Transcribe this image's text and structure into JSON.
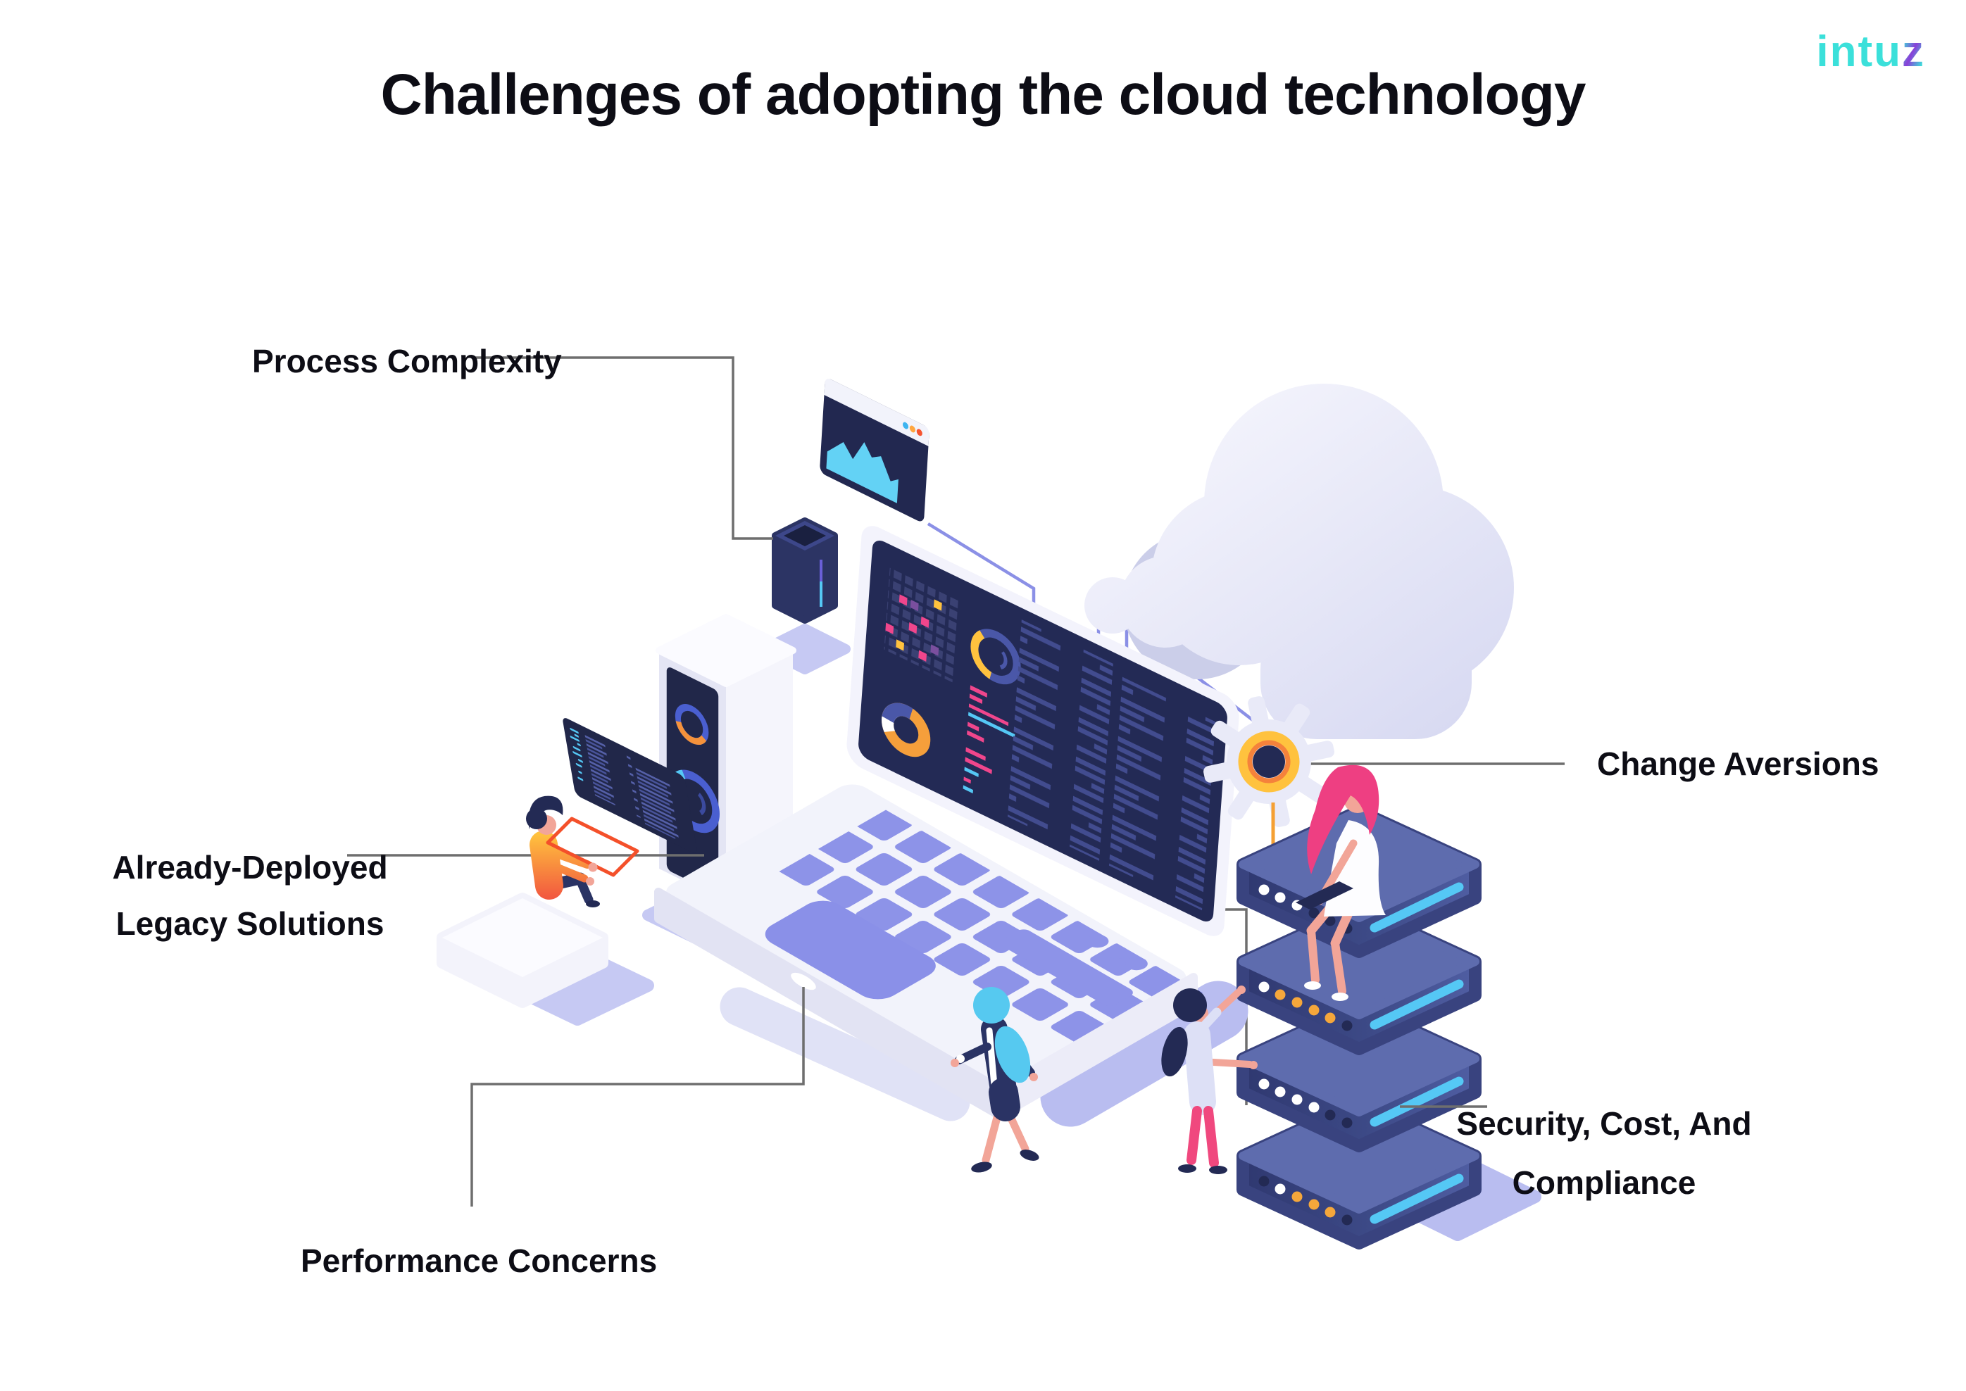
{
  "header": {
    "title": "Challenges of adopting the cloud technology",
    "logo": {
      "prefix": "Intu",
      "accent": "z"
    }
  },
  "callouts": {
    "process": {
      "label": "Process Complexity"
    },
    "legacy": {
      "line1": "Already-Deployed",
      "line2": "Legacy Solutions"
    },
    "change": {
      "label": "Change Aversions"
    },
    "security": {
      "line1": "Security, Cost, And",
      "line2": "Compliance"
    },
    "performance": {
      "label": "Performance Concerns"
    }
  },
  "illustration": {
    "components": [
      "cloud-icon",
      "browser-chart-window-icon",
      "laptop-dashboard-icon",
      "server-stack-icon",
      "gear-icon",
      "code-panel-icon",
      "monitor-cabinet-icon",
      "data-tower-icon",
      "sitting-developer-figure",
      "walking-woman-figure",
      "standing-woman-figure",
      "woman-on-server-figure"
    ]
  },
  "palette": {
    "label_text": "#0d0d15",
    "logo_teal": "#3be0da",
    "logo_purple": "#8a3fd8",
    "connector_gray": "#6e6e6e",
    "connector_purple": "#8b90e6",
    "connector_orange": "#f5a033",
    "screen_navy": "#232a55",
    "accent_pink": "#f0468c",
    "accent_yellow": "#ffc23e",
    "accent_orange": "#f5823b",
    "accent_cyan": "#55c8f5",
    "key_lavender": "#8d93e8",
    "cloud_lavender": "#e2e4f6",
    "server_navy": "#3d4a87"
  }
}
